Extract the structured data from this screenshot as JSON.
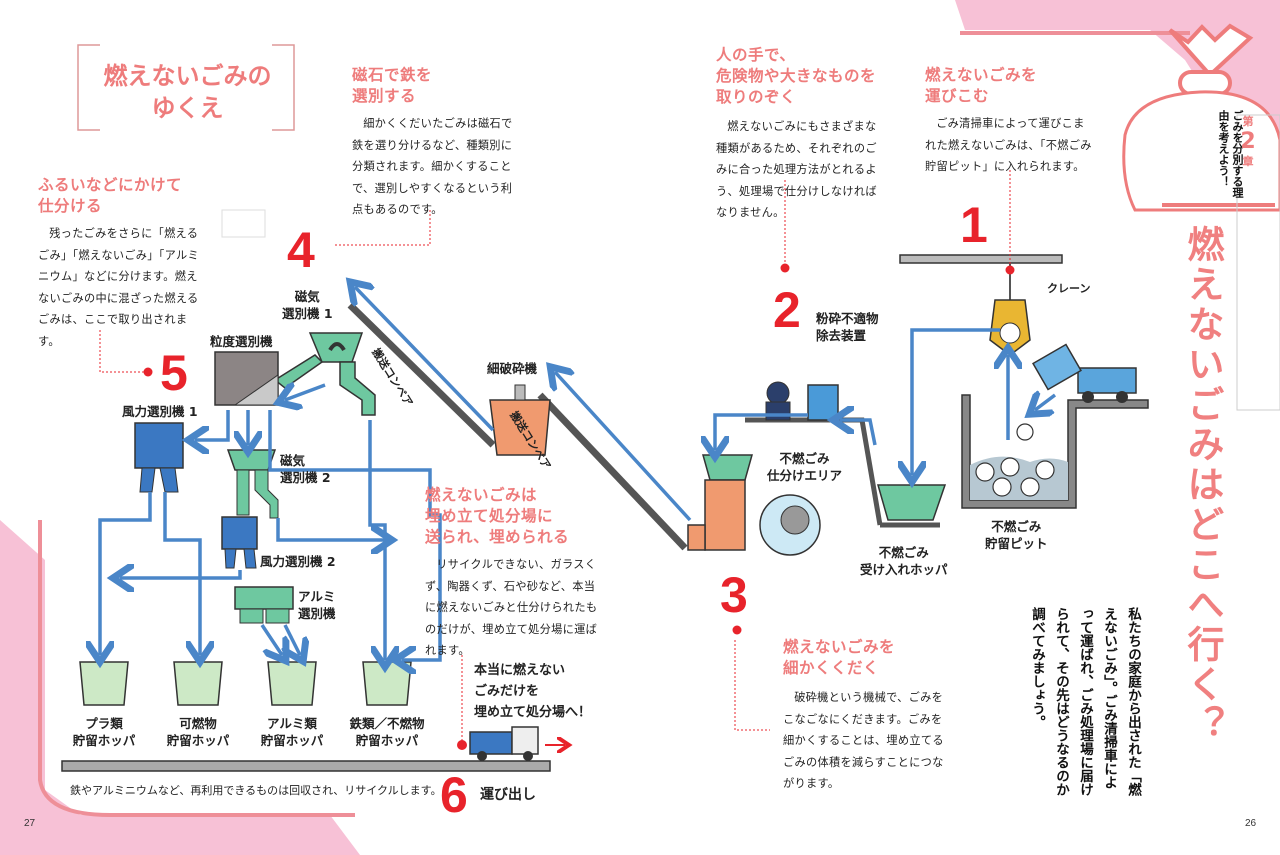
{
  "page": {
    "left_page_number": "27",
    "right_page_number": "26",
    "accent_colors": {
      "pink_heading": "#ee7c7c",
      "step_red": "#e8232b",
      "arrow_blue": "#4a86c8",
      "pink_background": "#f7c1d6"
    }
  },
  "title_box": {
    "line1": "燃えないごみの",
    "line2": "ゆくえ"
  },
  "chapter": {
    "label_prefix": "第",
    "number": "2",
    "label_suffix": "章",
    "title": "ごみを分別する理由を考えよう！"
  },
  "main_title": "燃えないごみはどこへ行く？",
  "intro_text": "私たちの家庭から出された「燃えないごみ」。ごみ清掃車によって運ばれ、ごみ処理場に届けられて、その先はどうなるのか調べてみましょう。",
  "steps": [
    {
      "number": "1",
      "heading": "燃えないごみを運びこむ",
      "heading_lines": [
        "燃えないごみを",
        "運びこむ"
      ],
      "text": "ごみ清掃車によって運びこまれた燃えないごみは、「不燃ごみ貯留ピット」に入れられます。"
    },
    {
      "number": "2",
      "heading_lines": [
        "人の手で、",
        "危険物や大きなものを",
        "取りのぞく"
      ],
      "text": "燃えないごみにもさまざまな種類があるため、それぞれのごみに合った処理方法がとれるよう、処理場で仕分けしなければなりません。"
    },
    {
      "number": "3",
      "heading_lines": [
        "燃えないごみを",
        "細かくくだく"
      ],
      "text": "破砕機という機械で、ごみをこなごなにくだきます。ごみを細かくすることは、埋め立てるごみの体積を減らすことにつながります。"
    },
    {
      "number": "4",
      "heading_lines": [
        "磁石で鉄を",
        "選別する"
      ],
      "text": "細かくくだいたごみは磁石で鉄を選り分けるなど、種類別に分類されます。細かくすることで、選別しやすくなるという利点もあるのです。"
    },
    {
      "number": "5",
      "heading_lines": [
        "ふるいなどにかけて",
        "仕分ける"
      ],
      "text": "残ったごみをさらに「燃えるごみ」「燃えないごみ」「アルミニウム」などに分けます。燃えないごみの中に混ざった燃えるごみは、ここで取り出されます。"
    },
    {
      "number": "6",
      "label": "運び出し"
    }
  ],
  "landfill_note": {
    "heading_lines": [
      "燃えないごみは",
      "埋め立て処分場に",
      "送られ、埋められる"
    ],
    "text": "リサイクルできない、ガラスくず、陶器くず、石や砂など、本当に燃えないごみと仕分けられたものだけが、埋め立て処分場に運ばれます。"
  },
  "truck_note": {
    "lines": [
      "本当に燃えない",
      "ごみだけを",
      "埋め立て処分場へ！"
    ]
  },
  "recycle_note": "鉄やアルミニウムなど、再利用できるものは回収され、リサイクルします。",
  "diagram_labels": {
    "crane": "クレーン",
    "storage_pit": [
      "不燃ごみ",
      "貯留ピット"
    ],
    "receiving_hopper": [
      "不燃ごみ",
      "受け入れホッパ"
    ],
    "sorting_area": [
      "不燃ごみ",
      "仕分けエリア"
    ],
    "removal_device": [
      "粉砕不適物",
      "除去装置"
    ],
    "fine_crusher": "細破砕機",
    "conveyor_1": "搬送コンベア",
    "conveyor_2": "搬送コンベア",
    "magnetic_1": [
      "磁気",
      "選別機 1"
    ],
    "magnetic_2": [
      "磁気",
      "選別機 2"
    ],
    "granularity": "粒度選別機",
    "wind_1": "風力選別機 1",
    "wind_2": "風力選別機 2",
    "aluminum_sorter": [
      "アルミ",
      "選別機"
    ]
  },
  "hoppers": [
    {
      "line1": "プラ類",
      "line2": "貯留ホッパ"
    },
    {
      "line1": "可燃物",
      "line2": "貯留ホッパ"
    },
    {
      "line1": "アルミ類",
      "line2": "貯留ホッパ"
    },
    {
      "line1": "鉄類／不燃物",
      "line2": "貯留ホッパ"
    }
  ]
}
